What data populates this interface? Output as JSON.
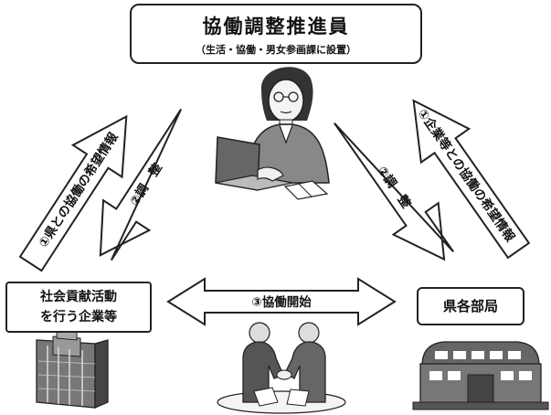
{
  "coordinator": {
    "title": "協働調整推進員",
    "subtitle": "（生活・協働・男女参画課に設置）"
  },
  "left_entity": {
    "line1": "社会貢献活動",
    "line2": "を行う企業等"
  },
  "right_entity": {
    "label": "県各部局"
  },
  "arrows": {
    "left_up": "①県との協働の希望情報",
    "left_down": "②調　整",
    "right_down": "②調　整",
    "right_up": "①企業等との協働の希望情報",
    "bottom": "③協働開始"
  },
  "icons": [
    "office-worker-woman-icon",
    "skyscraper-building-icon",
    "handshake-businessmen-icon",
    "government-office-icon"
  ],
  "colors": {
    "arrow_fill": "#ffffff",
    "arrow_stroke": "#222222",
    "figure_fill": "#555555"
  }
}
